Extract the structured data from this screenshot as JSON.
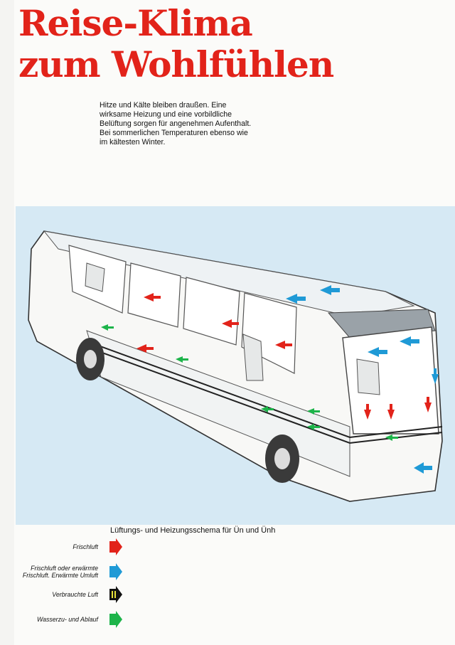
{
  "heading": {
    "line1": "Reise-Klima",
    "line2": "zum Wohlfühlen"
  },
  "intro": {
    "lines": [
      "Hitze und Kälte bleiben draußen. Eine",
      "wirksame Heizung und eine vorbildliche",
      "Belüftung sorgen für angenehmen Aufenthalt.",
      "Bei sommerlichen Temperaturen ebenso wie",
      "im kältesten Winter."
    ]
  },
  "illustration": {
    "subject": "bus-cutaway"
  },
  "caption": "Lüftungs- und Heizungsschema für Ün und Ünh",
  "legend": [
    {
      "line1": "Frischluft",
      "line2": "",
      "color": "#e2231a",
      "icon": "red-arrow-icon"
    },
    {
      "line1": "Frischluft oder erwärmte",
      "line2": "Frischluft. Erwärmte Umluft",
      "color": "#1f9ad6",
      "icon": "blue-arrow-icon"
    },
    {
      "line1": "Verbrauchte Luft",
      "line2": "",
      "color": "#111111",
      "icon": "black-arrow-icon"
    },
    {
      "line1": "Wasserzu- und Ablauf",
      "line2": "",
      "color": "#1db44a",
      "icon": "green-arrow-icon"
    }
  ]
}
